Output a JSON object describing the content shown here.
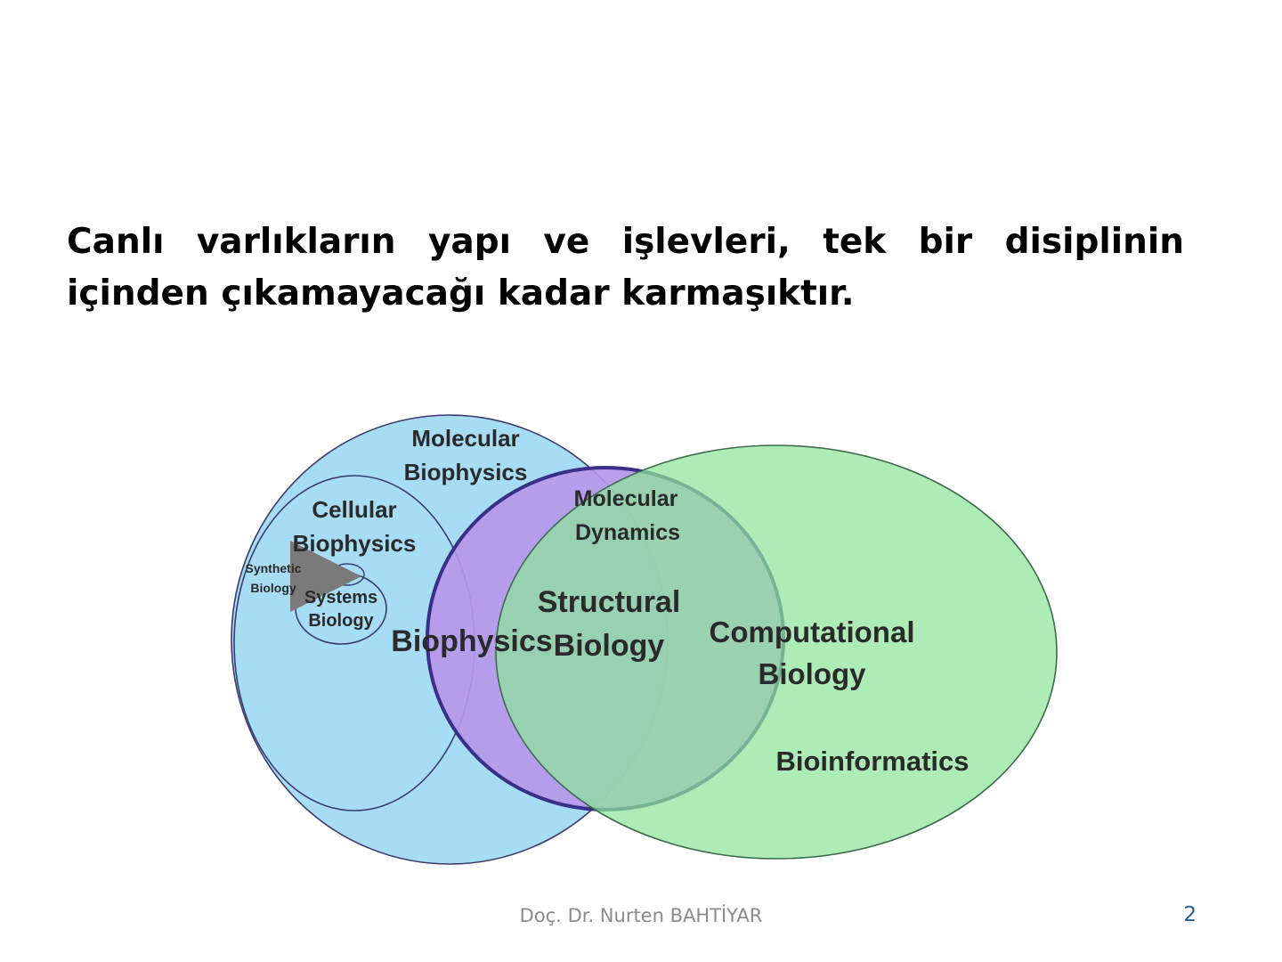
{
  "slide": {
    "heading_lines": [
      "Canlı varlıkların yapı ve işlevleri, tek bir  disiplinin",
      "içinden çıkamayacağı kadar  karmaşıktır."
    ],
    "author": "Doç. Dr. Nurten BAHTİYAR",
    "page_number": "2"
  },
  "diagram": {
    "labels": {
      "molecular_biophysics": [
        "Molecular",
        "Biophysics"
      ],
      "cellular_biophysics": [
        "Cellular",
        "Biophysics"
      ],
      "synthetic_biology": [
        "Synthetic",
        "Biology"
      ],
      "systems_biology": [
        "Systems",
        "Biology"
      ],
      "biophysics": "Biophysics",
      "molecular_dynamics": [
        "Molecular",
        "Dynamics"
      ],
      "structural_biology": [
        "Structural",
        "Biology"
      ],
      "computational_biology": [
        "Computational",
        "Biology"
      ],
      "bioinformatics": "Bioinformatics"
    },
    "colors": {
      "biophysics_fill": "#a7dcf5",
      "structural_fill": "#b697ea",
      "computational_fill": "#8de59a",
      "outline": "#3b3b6b",
      "structural_outline": "#3a2f86",
      "label": "#2a2a2a",
      "arrow": "#7a7a7a"
    }
  }
}
